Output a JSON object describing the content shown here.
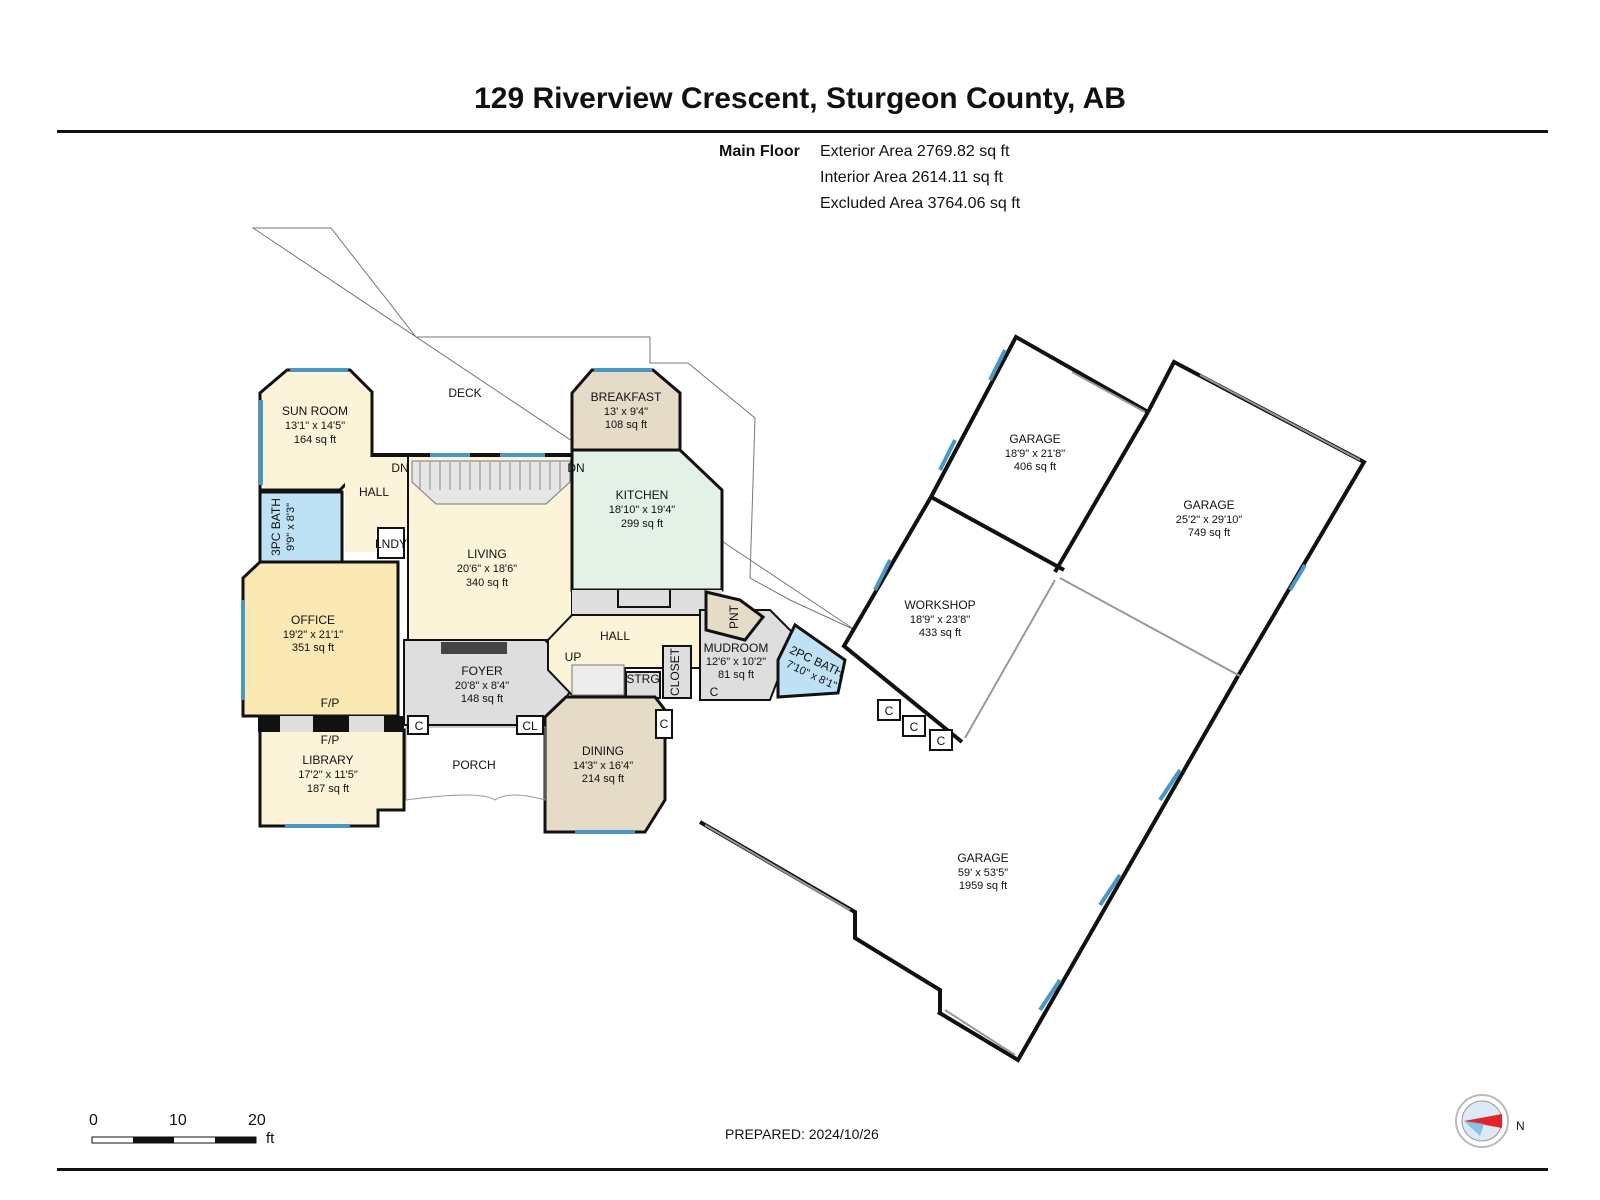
{
  "title": "129 Riverview Crescent, Sturgeon County, AB",
  "floor": "Main Floor",
  "areas": [
    {
      "label": "Exterior Area 2769.82 sq ft"
    },
    {
      "label": "Interior Area 2614.11 sq ft"
    },
    {
      "label": "Excluded Area 3764.06 sq ft"
    }
  ],
  "rooms": {
    "sun_room": {
      "name": "SUN ROOM",
      "dims": "13'1\" x 14'5\"",
      "area": "164 sq ft"
    },
    "breakfast": {
      "name": "BREAKFAST",
      "dims": "13' x 9'4\"",
      "area": "108 sq ft"
    },
    "kitchen": {
      "name": "KITCHEN",
      "dims": "18'10\" x 19'4\"",
      "area": "299 sq ft"
    },
    "living": {
      "name": "LIVING",
      "dims": "20'6\" x 18'6\"",
      "area": "340 sq ft"
    },
    "office": {
      "name": "OFFICE",
      "dims": "19'2\" x 21'1\"",
      "area": "351 sq ft"
    },
    "library": {
      "name": "LIBRARY",
      "dims": "17'2\" x 11'5\"",
      "area": "187 sq ft"
    },
    "foyer": {
      "name": "FOYER",
      "dims": "20'8\" x 8'4\"",
      "area": "148 sq ft"
    },
    "dining": {
      "name": "DINING",
      "dims": "14'3\" x 16'4\"",
      "area": "214 sq ft"
    },
    "mudroom": {
      "name": "MUDROOM",
      "dims": "12'6\" x 10'2\"",
      "area": "81 sq ft"
    },
    "garage_small": {
      "name": "GARAGE",
      "dims": "18'9\" x 21'8\"",
      "area": "406 sq ft"
    },
    "garage_mid": {
      "name": "GARAGE",
      "dims": "25'2\" x 29'10\"",
      "area": "749 sq ft"
    },
    "workshop": {
      "name": "WORKSHOP",
      "dims": "18'9\" x 23'8\"",
      "area": "433 sq ft"
    },
    "garage_large": {
      "name": "GARAGE",
      "dims": "59' x 53'5\"",
      "area": "1959 sq ft"
    },
    "bath_3pc": {
      "name": "3PC BATH",
      "dims": "9'9\" x 8'3\""
    },
    "bath_2pc": {
      "name": "2PC BATH",
      "dims": "7'10\" x 8'1\""
    }
  },
  "labels": {
    "deck": "DECK",
    "hall_west": "HALL",
    "hall_center": "HALL",
    "porch": "PORCH",
    "lndy": "LNDY",
    "pnt": "PNT",
    "strg": "STRG",
    "closet": "CLOSET",
    "dn1": "DN",
    "dn2": "DN",
    "up": "UP",
    "fp1": "F/P",
    "fp2": "F/P",
    "cl": "CL",
    "c": "C"
  },
  "colors": {
    "sun_room": "#fcf4d8",
    "living": "#fcf4d8",
    "library": "#fcf4d8",
    "hall": "#fcf4d8",
    "office": "#fbe9b4",
    "breakfast": "#e6dbc7",
    "dining": "#e6dbc7",
    "kitchen": "#e3f1e7",
    "foyer": "#dedede",
    "mudroom": "#dedede",
    "bath": "#bfe1f5",
    "window": "#4a97c4",
    "wall": "#111111"
  },
  "prepared": "PREPARED: 2024/10/26",
  "scale": {
    "labels": [
      "0",
      "10",
      "20"
    ],
    "unit": "ft"
  },
  "compass": {
    "direction": "N"
  }
}
